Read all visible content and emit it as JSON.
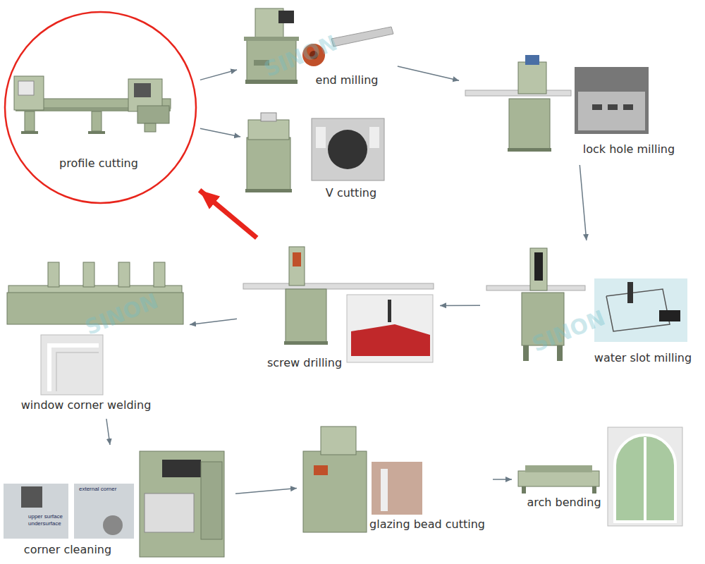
{
  "diagram": {
    "nodes": [
      {
        "text": [
          "profile cutting"
        ]
      },
      {
        "text": [
          "end milling"
        ]
      },
      {
        "text": [
          "V cutting"
        ]
      },
      {
        "text": [
          "lock hole milling"
        ]
      },
      {
        "text": [
          "water slot milling"
        ]
      },
      {
        "text": [
          "screw drilling"
        ]
      },
      {
        "text": [
          "window corner welding"
        ]
      },
      {
        "text": [
          "corner cleaning"
        ]
      },
      {
        "text": [
          "glazing bead cutting"
        ]
      },
      {
        "text": [
          "arch bending"
        ]
      }
    ],
    "edges": [
      {
        "from": 0,
        "to": 1,
        "arrow": "to"
      },
      {
        "from": 0,
        "to": 2,
        "arrow": "to"
      },
      {
        "from": 1,
        "to": 3,
        "arrow": "to"
      },
      {
        "from": 3,
        "to": 4,
        "arrow": "to"
      },
      {
        "from": 4,
        "to": 5,
        "arrow": "to"
      },
      {
        "from": 5,
        "to": 6,
        "arrow": "to"
      },
      {
        "from": 5,
        "to": 0,
        "arrow": "to"
      },
      {
        "from": 6,
        "to": 7,
        "arrow": "to"
      },
      {
        "from": 7,
        "to": 8,
        "arrow": "to"
      },
      {
        "from": 8,
        "to": 9,
        "arrow": "to"
      }
    ],
    "labels": [
      "SINON",
      "SINON",
      "SINON",
      "upper surface",
      "undersurface",
      "external corner"
    ]
  }
}
